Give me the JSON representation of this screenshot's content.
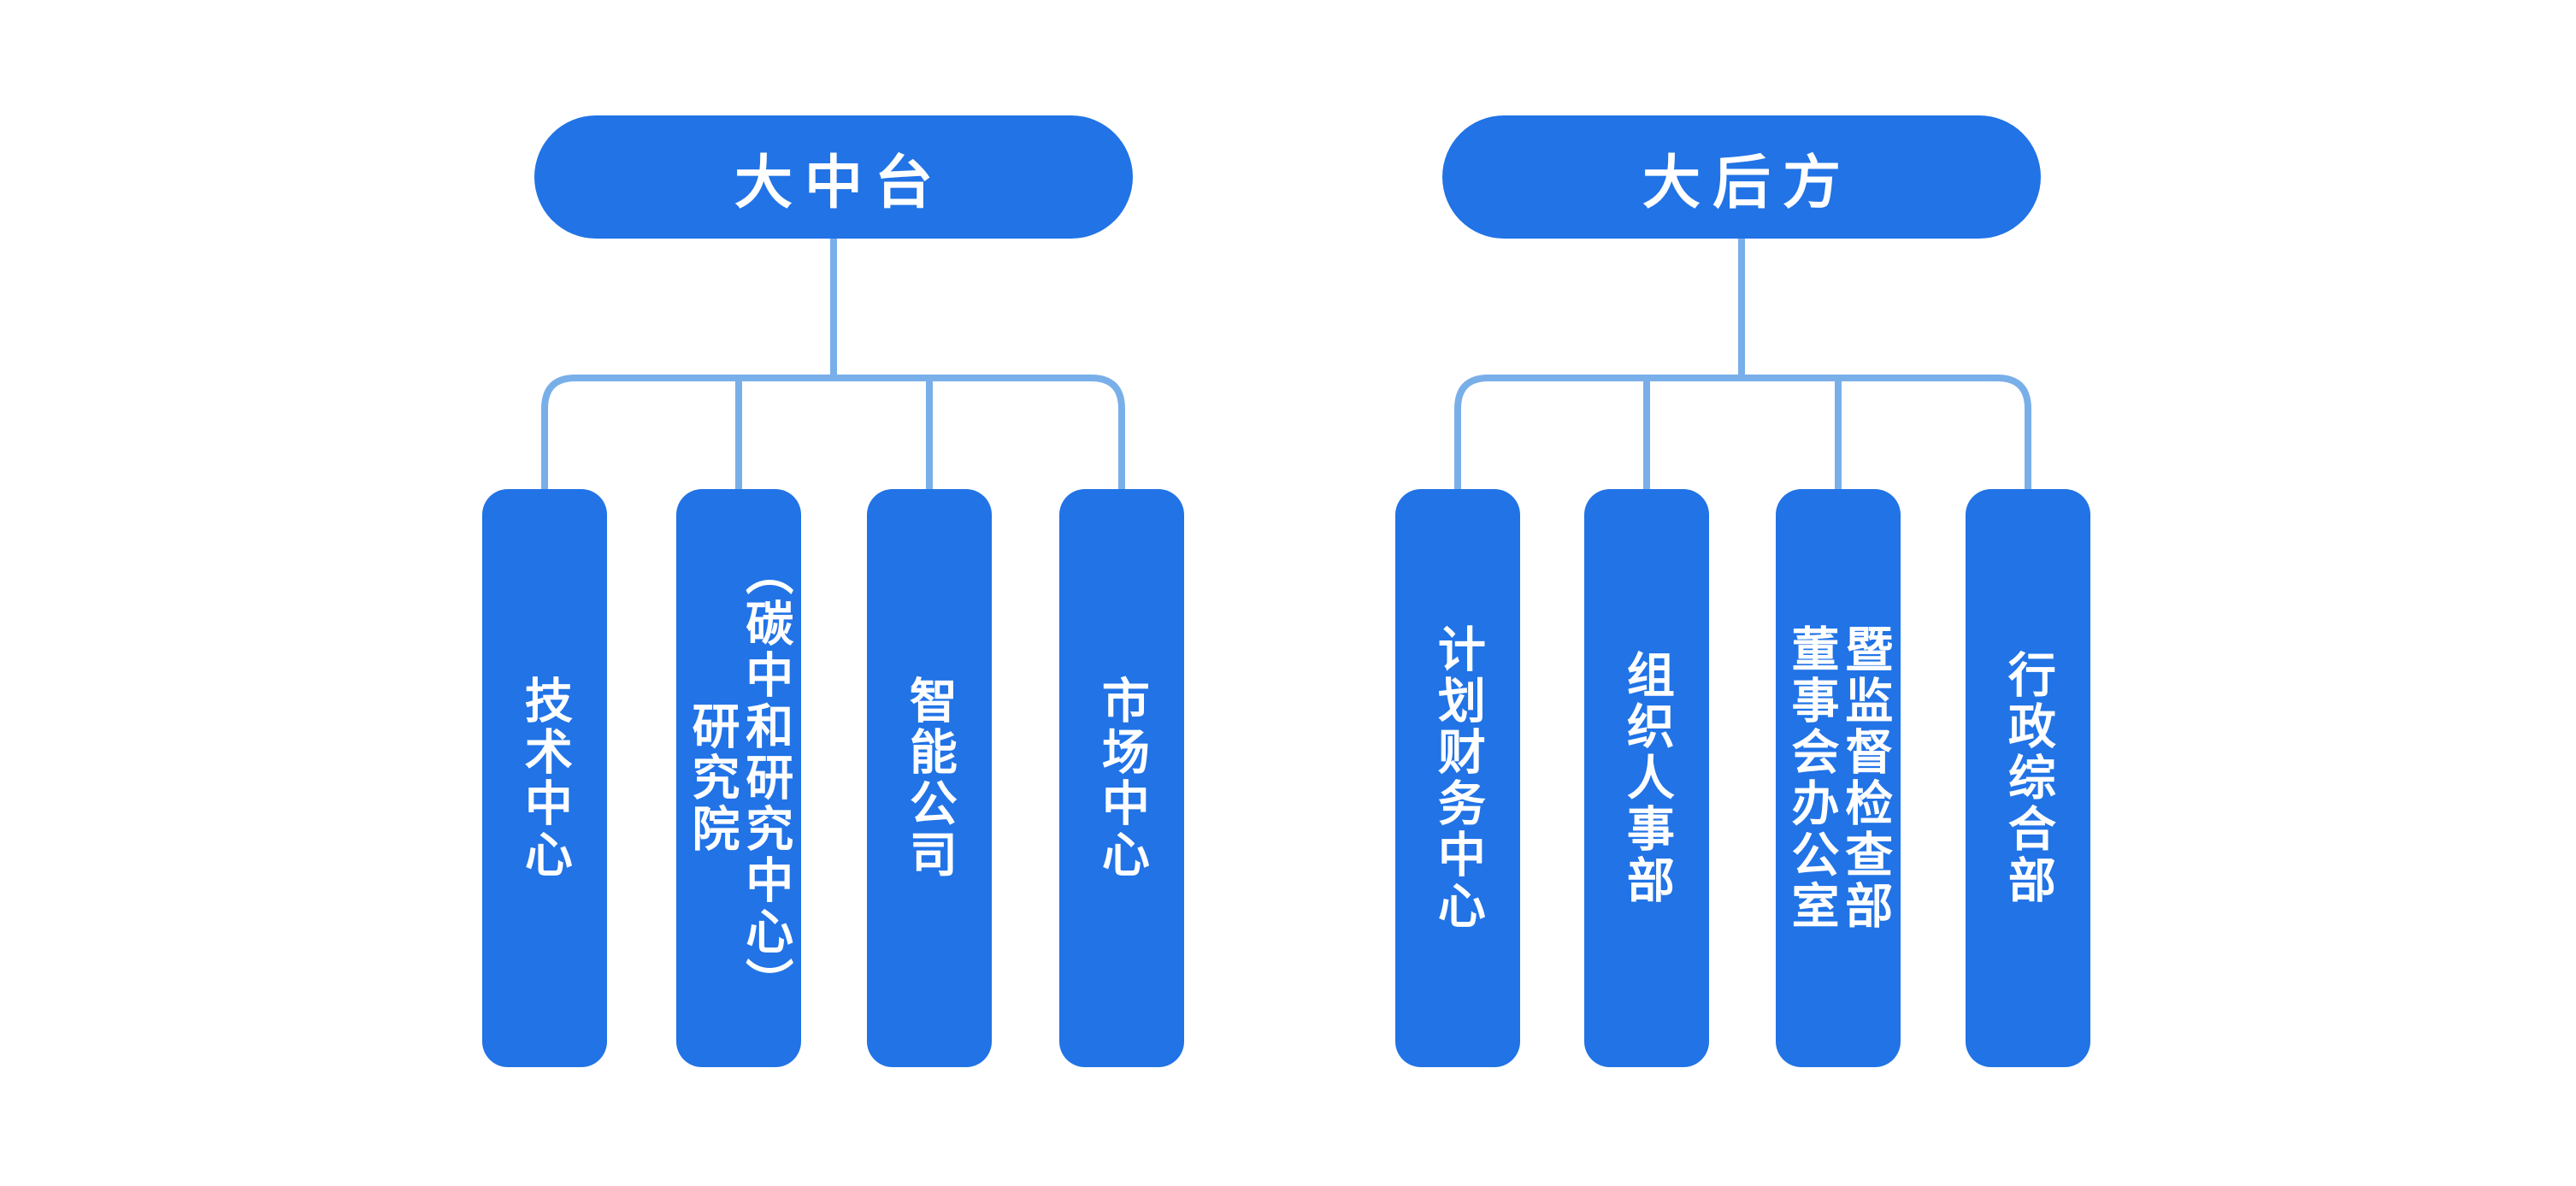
{
  "canvas": {
    "background": "#ffffff"
  },
  "colors": {
    "canvas_bg": "#ffffff",
    "node_fill": "#2173E6",
    "connector": "#79AFE9",
    "node_text": "#ffffff"
  },
  "trees": [
    {
      "id": "middle-platform",
      "root_label": "大中台",
      "children": [
        {
          "label": "技术中心"
        },
        {
          "label": "研究院\n（碳中和研究中心）"
        },
        {
          "label": "智能公司"
        },
        {
          "label": "市场中心"
        }
      ]
    },
    {
      "id": "rear-support",
      "root_label": "大后方",
      "children": [
        {
          "label": "计划财务中心"
        },
        {
          "label": "组织人事部"
        },
        {
          "label": "董事会办公室\n暨监督检查部"
        },
        {
          "label": "行政综合部"
        }
      ]
    }
  ]
}
